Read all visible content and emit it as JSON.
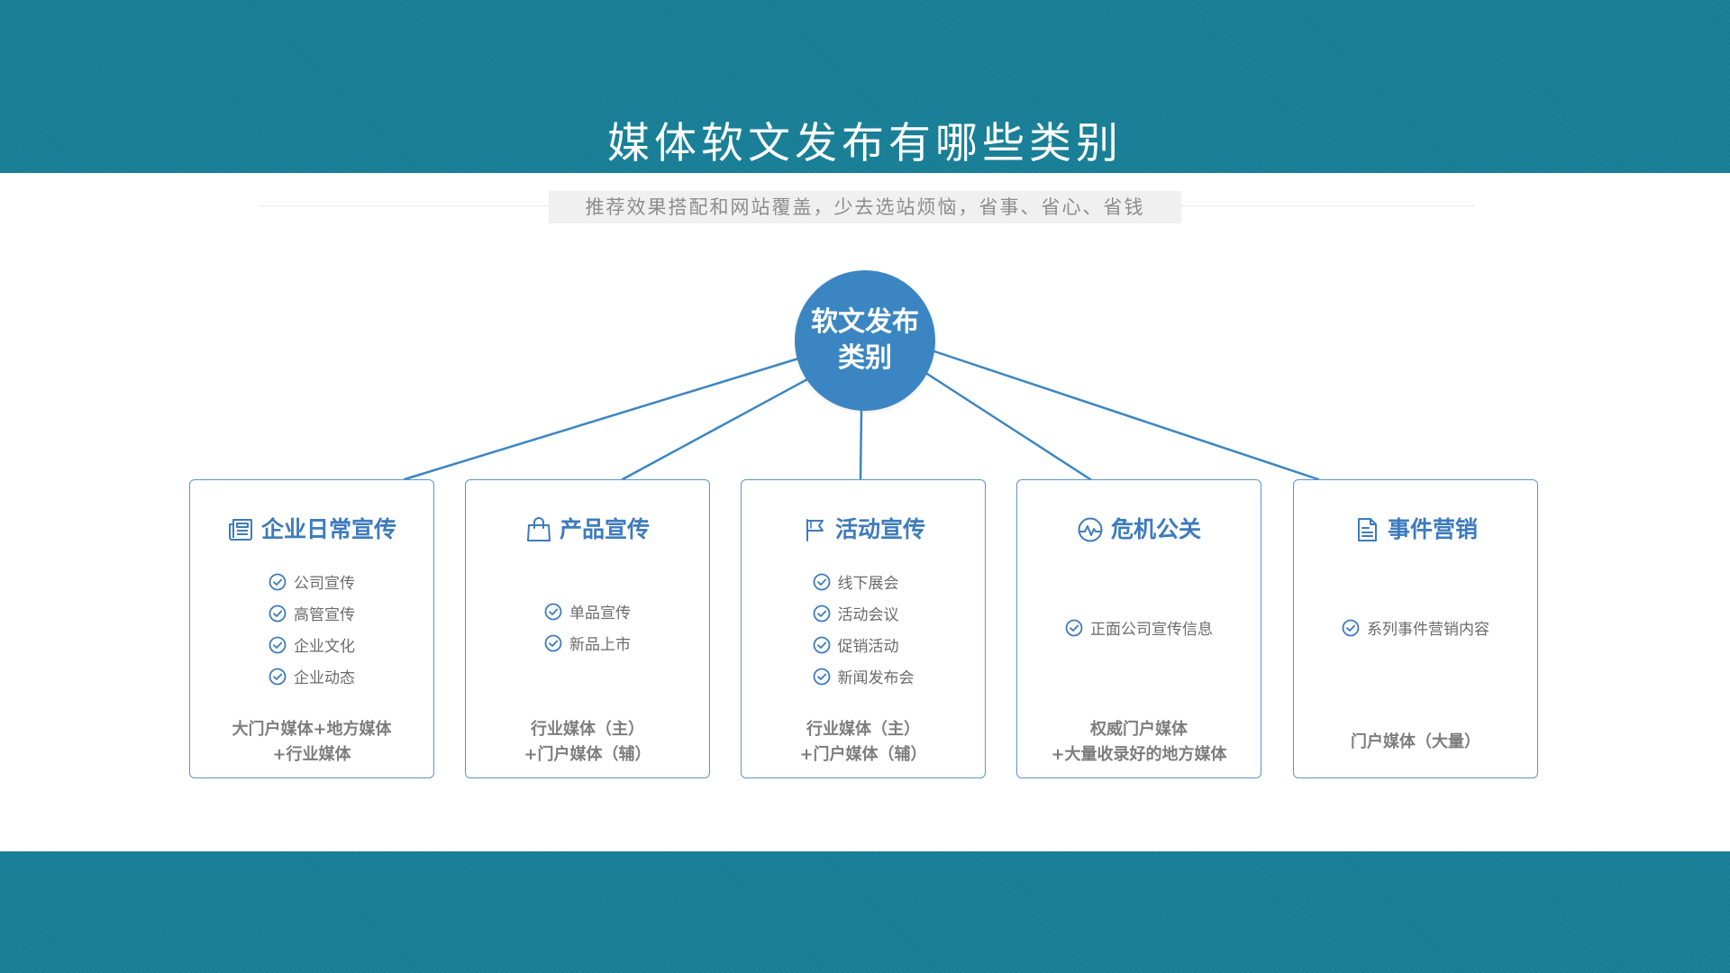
{
  "title": "媒体软文发布有哪些类别",
  "subtitle": "推荐效果搭配和网站覆盖，少去选站烦恼，省事、省心、省钱",
  "hub": {
    "line1": "软文发布",
    "line2": "类别"
  },
  "colors": {
    "band": "#177e96",
    "accent": "#3b86c2",
    "card_border": "#5c95cf",
    "card_title": "#3d7bbd"
  },
  "cards": [
    {
      "icon": "newspaper-icon",
      "title": "企业日常宣传",
      "items": [
        "公司宣传",
        "高管宣传",
        "企业文化",
        "企业动态"
      ],
      "footer": [
        "大门户媒体+地方媒体",
        "+行业媒体"
      ]
    },
    {
      "icon": "shopping-bag-icon",
      "title": "产品宣传",
      "items": [
        "单品宣传",
        "新品上市"
      ],
      "footer": [
        "行业媒体（主）",
        "+门户媒体（辅）"
      ]
    },
    {
      "icon": "flag-icon",
      "title": "活动宣传",
      "items": [
        "线下展会",
        "活动会议",
        "促销活动",
        "新闻发布会"
      ],
      "footer": [
        "行业媒体（主）",
        "+门户媒体（辅）"
      ]
    },
    {
      "icon": "pulse-icon",
      "title": "危机公关",
      "items": [
        "正面公司宣传信息"
      ],
      "footer": [
        "权威门户媒体",
        "+大量收录好的地方媒体"
      ]
    },
    {
      "icon": "document-icon",
      "title": "事件营销",
      "items": [
        "系列事件营销内容"
      ],
      "footer": [
        "门户媒体（大量）"
      ]
    }
  ]
}
